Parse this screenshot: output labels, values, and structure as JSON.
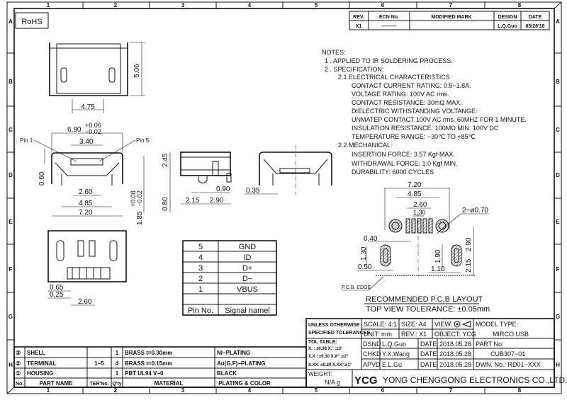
{
  "frame": {
    "columns": [
      "1",
      "2",
      "3",
      "4",
      "5",
      "6",
      "7",
      "8"
    ],
    "rows": [
      "A",
      "B",
      "C",
      "D",
      "E",
      "F",
      "G",
      "H"
    ]
  },
  "rohs": "RoHS",
  "revision_table": {
    "headers": [
      "REV.",
      "ECN No.",
      "MODIFIED MARK",
      "DESIGN",
      "DATE"
    ],
    "row": [
      "X1",
      "———",
      "",
      "L.Q.Guo",
      "05/28'18"
    ]
  },
  "notes": {
    "title": "NOTES:",
    "lines": [
      "1 . APPLIED TO IR SOLDERING PROCESS.",
      "2 . SPECIFICATION:",
      "2.1.ELECTRICAL CHARACTERISTICS",
      "CONTACT CURRENT RATING: 0.5~1.8A.",
      "VOLTAGE RATING: 100V AC rms.",
      "CONTACT RESISTANCE: 30mΩ MAX.",
      "DIELECTRIC WITHSTANDING VOLTANGE:",
      "UNMATEP CONTACT 100V AC rms. 60MHZ FOR 1 MINUTE.",
      "INSULATION RESISTANCE: 100MΩ MIN. 100V DC",
      "TEMPERATURE RANGE: −30℃ TO +85℃",
      "2.2.MECHANICAL:",
      "INSERTION FORCE: 3.57 Kgf MAX.",
      "WITHDRAWAL FORCE: 1.0 Kgf MIN.",
      "DURABILITY: 6000 CYCLES"
    ]
  },
  "top_view": {
    "width": "4.75",
    "height": "5.06"
  },
  "front_view": {
    "overall": "6.90",
    "tol_plus": "+0.06",
    "tol_minus": "−0.02",
    "opening": "3.40",
    "pin1": "Pin 1",
    "pin5": "Pin 5",
    "d060": "0.60",
    "d260": "2.60",
    "d485": "4.85",
    "d720": "7.20",
    "height": "1.85",
    "h_tol_plus": "+0.08",
    "h_tol_minus": "−0.02"
  },
  "side_view": {
    "d245": "2.45",
    "d080": "0.80",
    "d090": "0.90",
    "d215": "2.15",
    "d290": "2.90"
  },
  "rear_view": {
    "d035": "0.35"
  },
  "bottom_view": {
    "d065": "0.65",
    "d025": "0.25",
    "d260": "2.60"
  },
  "pin_table": {
    "rows": [
      [
        "5",
        "GND"
      ],
      [
        "4",
        "ID"
      ],
      [
        "3",
        "D+"
      ],
      [
        "2",
        "D−"
      ],
      [
        "1",
        "VBUS"
      ]
    ],
    "header": [
      "Pin No.",
      "Signal namel"
    ]
  },
  "pcb": {
    "d720": "7.20",
    "d485": "4.85",
    "d260": "2.60",
    "d130": "1.30",
    "holes": "2−ø0.70",
    "d040": "0.40",
    "d130v": "1.30",
    "d050": "0.50",
    "d190": "1.90",
    "d110": "1.10",
    "d290": "2.90",
    "d215": "2.15",
    "edge": "P.C.B. EDGE",
    "title": "RECOMMENDED P.C.B LAYOUT",
    "tolerance": "TOP VIEW TOLERANCE: ±0.05mm"
  },
  "title_block": {
    "unless1": "UNLESS OTHERWISE",
    "unless2": "SPECIFIED TOLERANCES",
    "scale": "SCALE: 4:1",
    "size": "SIZE:  A4",
    "view": "VIEW:",
    "model_label": "MODEL TYPE:",
    "unit": "UNIT:  mm",
    "rev": "REV.:  X1",
    "object": "OBJECT:  YCG",
    "model": "MIRCO USB",
    "tol_title": "TOL TABLE:",
    "tol": [
      "X.  : ±0.38   X.° :±3°",
      "X.X : ±0.30   X.X° :±2°",
      "X.XX: ±0.20   X.XX°:±1°"
    ],
    "dsnd": "DSND",
    "dsnd_name": "L.Q.Guo",
    "chkd": "CHKD",
    "chkd_name": "Y.X.Wang",
    "apvd": "APVD",
    "apvd_name": "E.L.Gu",
    "date_label": "DATE",
    "dates": [
      "2018.05.28",
      "2018.05.28",
      "2018.05.28"
    ],
    "part_label": "PART No:",
    "part": "CUB307−01",
    "dwn": "DWN. No.:  RD01−XXX",
    "weight_label": "WEIGHT:",
    "weight": "N/A  g",
    "logo": "YCG",
    "company": "YONG CHENGGONG ELECTRONICS CO.,LTD."
  },
  "parts_table": {
    "rows": [
      [
        "③",
        "SHELL",
        "",
        "1",
        "BRASS  t=0.30mm",
        "NI−PLATING"
      ],
      [
        "②",
        "TERMINAL",
        "1~5",
        "4",
        "BRASS  t=0.15mm",
        "Au(G.F)−PLATING"
      ],
      [
        "①",
        "HOUSING",
        "",
        "1",
        "PBT  UL94  V−0",
        "BLACK"
      ]
    ],
    "header": [
      "No.",
      "PART NAME",
      "TER'No.",
      "Q'ty",
      "MATERIAL",
      "PLATING & COLOR"
    ]
  }
}
